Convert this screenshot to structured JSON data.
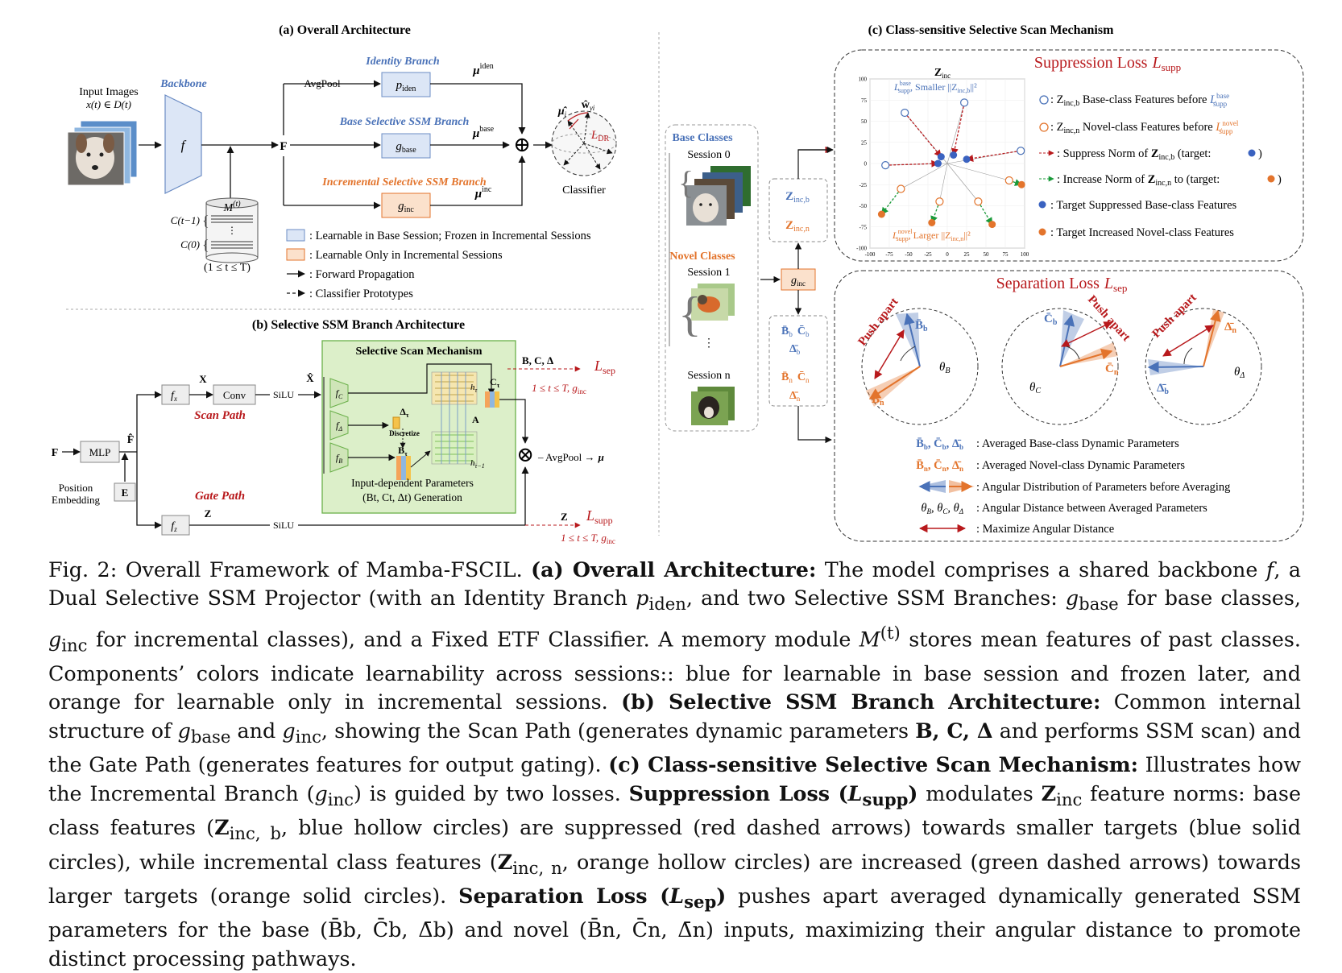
{
  "panel_a": {
    "title": "(a) Overall Architecture",
    "input_label": "Input Images",
    "input_math": "x(t) ∈ D(t)",
    "backbone_label": "Backbone",
    "f_label": "f",
    "F_label": "F",
    "avgpool": "AvgPool",
    "identity_branch": "Identity Branch",
    "p_iden": "p",
    "p_iden_sub": "iden",
    "mu_iden": "μ",
    "mu_iden_sup": "iden",
    "base_branch": "Base Selective SSM Branch",
    "g_base": "g",
    "g_base_sub": "base",
    "mu_base": "μ",
    "mu_base_sup": "base",
    "inc_branch": "Incremental Selective SSM Branch",
    "g_inc": "g",
    "g_inc_sub": "inc",
    "mu_inc": "μ",
    "mu_inc_sup": "inc",
    "oplus": "⊕",
    "classifier": "Classifier",
    "mu_hat": "μ̂",
    "mu_hat_sub": "i",
    "w_hat": "ŵ",
    "w_hat_sub": "yi",
    "loss_dr": "L",
    "loss_dr_sub": "DR",
    "memory": "M",
    "memory_sup": "(t)",
    "c_prev": "C(t−1)",
    "c_zero": "C(0)",
    "range": "(1 ≤ t ≤ T)",
    "legend": [
      ": Learnable in Base Session; Frozen in Incremental Sessions",
      ": Learnable Only in Incremental Sessions",
      ": Forward Propagation",
      ": Classifier Prototypes"
    ]
  },
  "panel_b": {
    "title": "(b) Selective SSM Branch Architecture",
    "F": "F",
    "mlp": "MLP",
    "F_hat": "F̂",
    "pos_label1": "Position",
    "pos_label2": "Embedding",
    "E": "E",
    "fx": "f",
    "fx_sub": "x",
    "X": "X",
    "conv": "Conv",
    "silu1": "SiLU",
    "X_hat": "X̂",
    "scan_path": "Scan Path",
    "gate_path": "Gate Path",
    "fz": "f",
    "fz_sub": "z",
    "Z": "Z",
    "silu2": "SiLU",
    "ssm_title": "Selective Scan Mechanism",
    "fc": "f",
    "fc_sub": "C",
    "fdelta": "f",
    "fdelta_sub": "Δ",
    "fb": "f",
    "fb_sub": "B",
    "delta_t": "Δ",
    "delta_t_sub": "τ",
    "discretize": "Discretize",
    "B_tau": "B",
    "B_tau_sub": "τ",
    "h_tau": "h",
    "h_tau_sub": "τ",
    "C_tau": "C",
    "C_tau_sub": "τ",
    "A": "A",
    "h_prev": "h",
    "h_prev_sub": "τ−1",
    "gen_line1": "Input-dependent Parameters",
    "gen_line2": "(Bt, Ct, Δt) Generation",
    "otimes": "⊗",
    "avgpool": "– AvgPool →",
    "mu": "μ",
    "bcd": "B, C, Δ",
    "loss_sep": "L",
    "loss_sep_sub": "sep",
    "range_sep": "1 ≤ t ≤ T, g",
    "range_sep_sub": "inc",
    "Z_out": "Z",
    "loss_supp": "L",
    "loss_supp_sub": "supp",
    "range_supp": "1 ≤ t ≤ T, g",
    "range_supp_sub": "inc"
  },
  "panel_c": {
    "title": "(c) Class-sensitive Selective Scan Mechanism",
    "base_classes": "Base Classes",
    "session0": "Session 0",
    "novel_classes": "Novel Classes",
    "session1": "Session 1",
    "dots": "⋮",
    "session_n": "Session n",
    "z_inc_b": "Z",
    "z_inc_b_sub": "inc,b",
    "z_inc_n": "Z",
    "z_inc_n_sub": "inc,n",
    "g_inc": "g",
    "g_inc_sub": "inc",
    "bb": "B̄",
    "bb_sub": "b",
    "cb": "C̄",
    "cb_sub": "b",
    "db": "Δ̄",
    "db_sub": "b",
    "bn": "B̄",
    "bn_sub": "n",
    "cn": "C̄",
    "cn_sub": "n",
    "dn": "Δ̄",
    "dn_sub": "n",
    "supp_title": "Suppression Loss",
    "supp_title_math": "L",
    "supp_title_sub": "supp",
    "plot_top_label": "Z",
    "plot_top_sub": "inc",
    "plot_base_label": "L",
    "plot_base_sup": "base",
    "plot_base_sub": "supp",
    "plot_base_text": ", Smaller ||Z",
    "plot_base_text_sub": "inc,b",
    "plot_base_text_end": "||²",
    "plot_novel_label": "L",
    "plot_novel_sup": "novel",
    "plot_novel_sub": "supp",
    "plot_novel_text": ", Larger ||Z",
    "plot_novel_text_sub": "inc,n",
    "plot_novel_text_end": "||²",
    "x_ticks": [
      "-100",
      "-75",
      "-50",
      "-25",
      "0",
      "25",
      "50",
      "75",
      "100"
    ],
    "y_ticks": [
      "100",
      "75",
      "50",
      "25",
      "0",
      "-25",
      "-50",
      "-75",
      "-100"
    ],
    "supp_legend": [
      ": Z",
      "inc,b",
      " Base-class Features before ",
      ": Z",
      "inc,n",
      " Novel-class Features before ",
      ": Suppress Norm of ",
      " (target: ",
      ": Increase Norm of ",
      " to  (target: ",
      ": Target Suppressed Base-class Features",
      ": Target Increased Novel-class Features"
    ],
    "sep_title": "Separation Loss",
    "sep_title_math": "L",
    "sep_title_sub": "sep",
    "push_apart": "Push apart",
    "theta_b": "θ",
    "theta_b_sub": "B",
    "theta_c": "θ",
    "theta_c_sub": "C",
    "theta_d": "θ",
    "theta_d_sub": "Δ",
    "sep_legend": [
      ": Averaged Base-class Dynamic Parameters",
      ": Averaged Novel-class Dynamic Parameters",
      ": Angular Distribution of Parameters before Averaging",
      ": Angular Distance between Averaged Parameters",
      ": Maximize Angular Distance"
    ]
  },
  "colors": {
    "blue": "#4a72b8",
    "orange": "#e3742c",
    "red": "#b8191c",
    "green": "#1a9a3a",
    "blue_fill": "#dce6f6",
    "orange_fill": "#fbe1cc",
    "ssm_fill": "#dcefc9"
  },
  "caption": {
    "p1": "Fig. 2: Overall Framework of Mamba-FSCIL. ",
    "b1": "(a) Overall Architecture:",
    "p2": " The model comprises a shared backbone ",
    "p3": ", a Dual Selective SSM Projector (with an Identity Branch ",
    "p4": ", and two Selective SSM Branches: ",
    "p5": " for base classes, ",
    "p6": " for incremental classes), and a Fixed ETF Classifier. A memory module ",
    "p7": " stores mean features of past classes. Components’ colors indicate learnability across sessions:: blue for learnable in base session and frozen later, and orange for learnable only in incremental sessions. ",
    "b2": "(b) Selective SSM Branch Architecture:",
    "p8": " Common internal structure of ",
    "p9": " and ",
    "p10": ", showing the Scan Path (generates dynamic parameters ",
    "p11": " and performs SSM scan) and the Gate Path (generates features for output gating). ",
    "b3": "(c) Class-sensitive Selective Scan Mechanism:",
    "p12": " Illustrates how the Incremental Branch (",
    "p13": ") is guided by two losses. ",
    "b4": "Suppression Loss (",
    "b4end": ")",
    "p14": " modulates ",
    "p15": " feature norms: base class features (",
    "p16": ", blue hollow circles) are suppressed (red dashed arrows) towards smaller targets (blue solid circles), while incremental class features (",
    "p17": ", orange hollow circles) are increased (green dashed arrows) towards larger targets (orange solid circles). ",
    "b5": "Separation Loss (",
    "b5end": ")",
    "p18": " pushes apart averaged dynamically generated SSM parameters for the base (",
    "p19": ") and novel (",
    "p20": ") inputs, maximizing their angular distance to promote distinct processing pathways.",
    "m_f": "f",
    "m_piden": "p",
    "m_piden_sub": "iden",
    "m_g": "g",
    "m_base": "base",
    "m_inc": "inc",
    "m_M": "M",
    "m_t": "(t)",
    "m_BCD": "B, C, Δ",
    "m_L": "L",
    "m_supp": "supp",
    "m_sep": "sep",
    "m_Z": "Z",
    "m_incb": "inc, b",
    "m_incn": "inc, n",
    "m_base_params": "B̄b, C̄b, Δ̄b",
    "m_novel_params": "B̄n, C̄n, Δ̄n"
  }
}
